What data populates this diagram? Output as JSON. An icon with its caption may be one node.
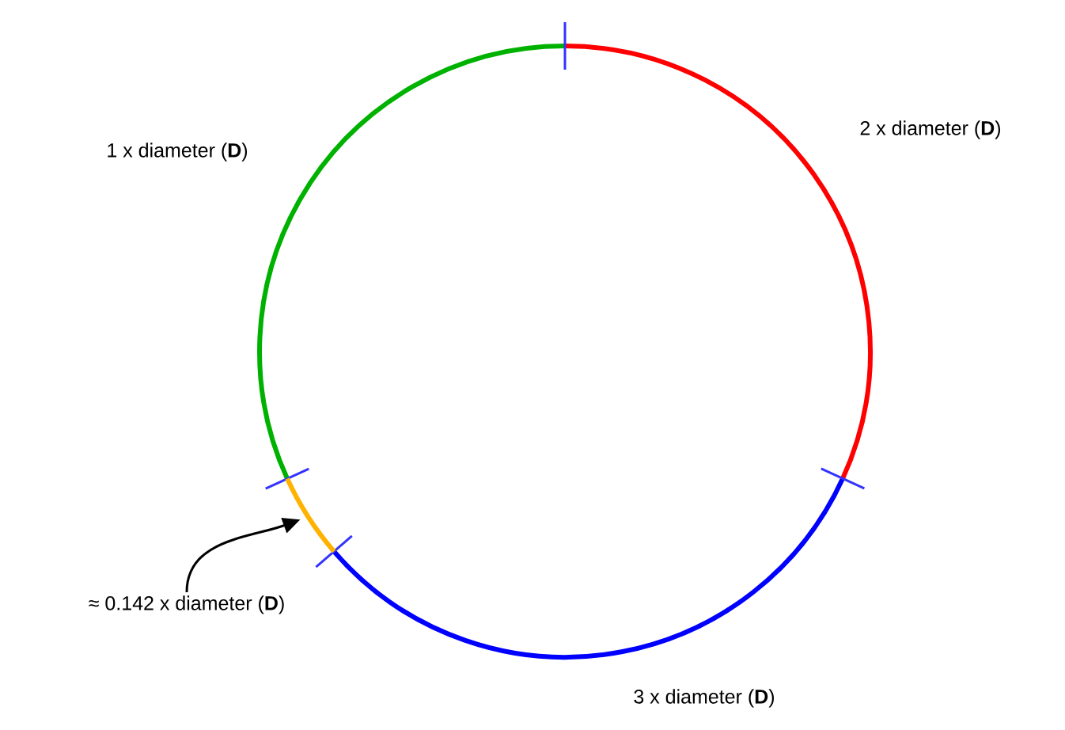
{
  "diagram": {
    "nodes": [
      {
        "text": [
          "≈ 0.142 x diameter (**D**)"
        ]
      },
      {
        "text": [],
        "shape": "arc"
      }
    ],
    "edges": [
      {
        "from": 0,
        "to": 1,
        "arrow": "to"
      }
    ],
    "labels": [
      "1 x diameter (**D**)",
      "2 x diameter (**D**)",
      "3 x diameter (**D**)"
    ]
  }
}
